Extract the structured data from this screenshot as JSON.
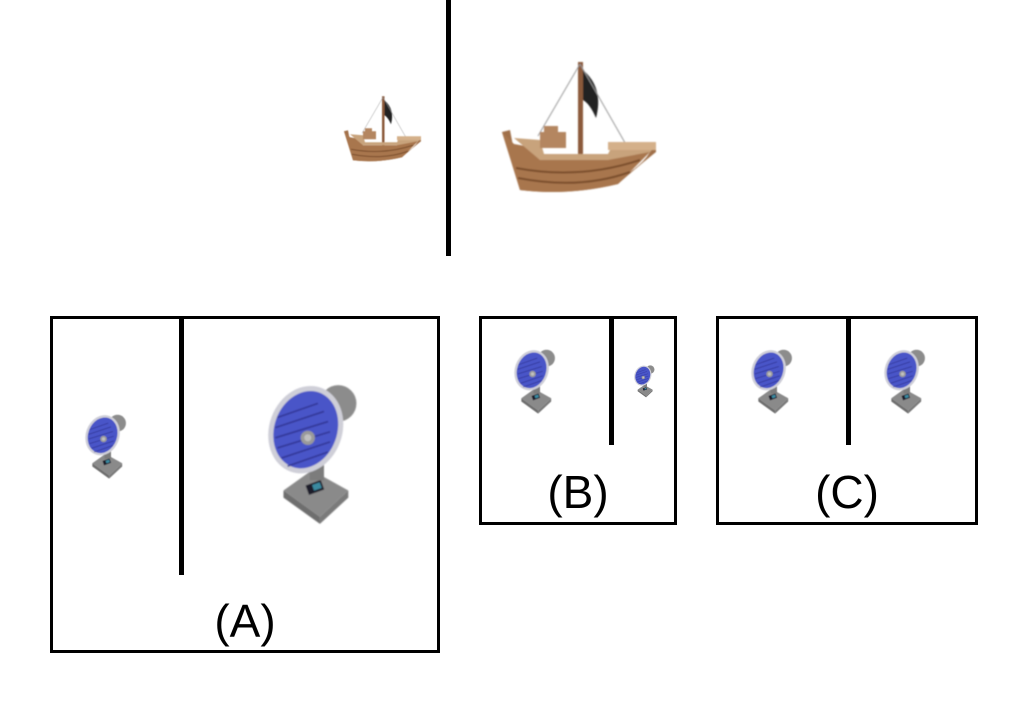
{
  "example": {
    "left_object": "ship-icon",
    "right_object": "ship-icon",
    "left_scale": "small",
    "right_scale": "large"
  },
  "options": [
    {
      "label": "(A)",
      "left_object": "desk-fan-icon",
      "right_object": "desk-fan-icon",
      "left_scale": "small",
      "right_scale": "large"
    },
    {
      "label": "(B)",
      "left_object": "desk-fan-icon",
      "right_object": "desk-fan-icon",
      "left_scale": "medium",
      "right_scale": "small"
    },
    {
      "label": "(C)",
      "left_object": "desk-fan-icon",
      "right_object": "desk-fan-icon",
      "left_scale": "medium",
      "right_scale": "medium"
    }
  ],
  "colors": {
    "hull": "#a0704a",
    "sail": "#222222",
    "fan_body": "#8a8a8a",
    "fan_blade": "#4a55c8"
  }
}
